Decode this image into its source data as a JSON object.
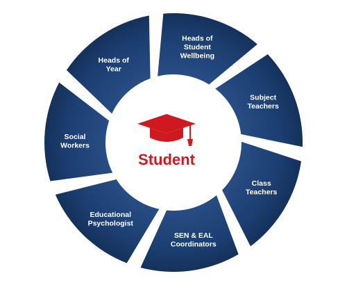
{
  "center": {
    "label": "Student",
    "icon": "graduation-cap-icon",
    "color": "#d0191f"
  },
  "segment_color": "#1c3f72",
  "segments": [
    {
      "id": "heads-of-student-wellbeing",
      "lines": [
        "Heads of",
        "Student",
        "Wellbeing"
      ]
    },
    {
      "id": "subject-teachers",
      "lines": [
        "Subject",
        "Teachers"
      ]
    },
    {
      "id": "class-teachers",
      "lines": [
        "Class",
        "Teachers"
      ]
    },
    {
      "id": "sen-eal-coordinators",
      "lines": [
        "SEN & EAL",
        "Coordinators"
      ]
    },
    {
      "id": "educational-psychologist",
      "lines": [
        "Educational",
        "Psychologist"
      ]
    },
    {
      "id": "social-workers",
      "lines": [
        "Social",
        "Workers"
      ]
    },
    {
      "id": "heads-of-year",
      "lines": [
        "Heads of",
        "Year"
      ]
    }
  ]
}
